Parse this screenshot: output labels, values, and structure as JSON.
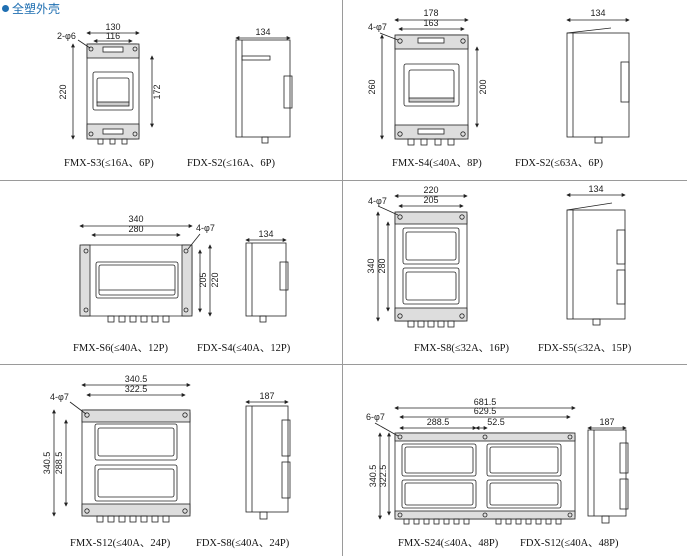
{
  "section_title": "全塑外壳",
  "panels": [
    {
      "id": "p1",
      "caption_left": "FMX-S3(≤16A、6P)",
      "caption_right": "FDX-S2(≤16A、6P)",
      "dims": {
        "top_outer": "130",
        "top_inner": "116",
        "hole": "2-φ6",
        "height_outer": "220",
        "height_inner": "172",
        "side_width": "134"
      }
    },
    {
      "id": "p2",
      "caption_left": "FMX-S4(≤40A、8P)",
      "caption_right": "FDX-S2(≤63A、6P)",
      "dims": {
        "top_outer": "178",
        "top_inner": "163",
        "hole": "4-φ7",
        "height_outer": "260",
        "height_inner": "200",
        "side_width": "134"
      }
    },
    {
      "id": "p3",
      "caption_left": "FMX-S6(≤40A、12P)",
      "caption_right": "FDX-S4(≤40A、12P)",
      "dims": {
        "top_outer": "340",
        "top_inner": "280",
        "hole": "4-φ7",
        "height_outer": "220",
        "height_inner": "205",
        "side_width": "134"
      }
    },
    {
      "id": "p4",
      "caption_left": "FMX-S8(≤32A、16P)",
      "caption_right": "FDX-S5(≤32A、15P)",
      "dims": {
        "top_outer": "220",
        "top_inner": "205",
        "hole": "4-φ7",
        "height_outer": "340",
        "height_inner": "280",
        "side_width": "134"
      }
    },
    {
      "id": "p5",
      "caption_left": "FMX-S12(≤40A、24P)",
      "caption_right": "FDX-S8(≤40A、24P)",
      "dims": {
        "top_outer": "340.5",
        "top_inner": "322.5",
        "hole": "4-φ7",
        "height_outer": "340.5",
        "height_inner": "288.5",
        "side_width": "187"
      }
    },
    {
      "id": "p6",
      "caption_left": "FMX-S24(≤40A、48P)",
      "caption_right": "FDX-S12(≤40A、48P)",
      "dims": {
        "top_outer": "681.5",
        "top_inner": "629.5",
        "top_left_part": "288.5",
        "top_mid_part": "52.5",
        "hole": "6-φ7",
        "height_outer": "340.5",
        "height_inner": "322.5",
        "side_width": "187"
      }
    }
  ]
}
